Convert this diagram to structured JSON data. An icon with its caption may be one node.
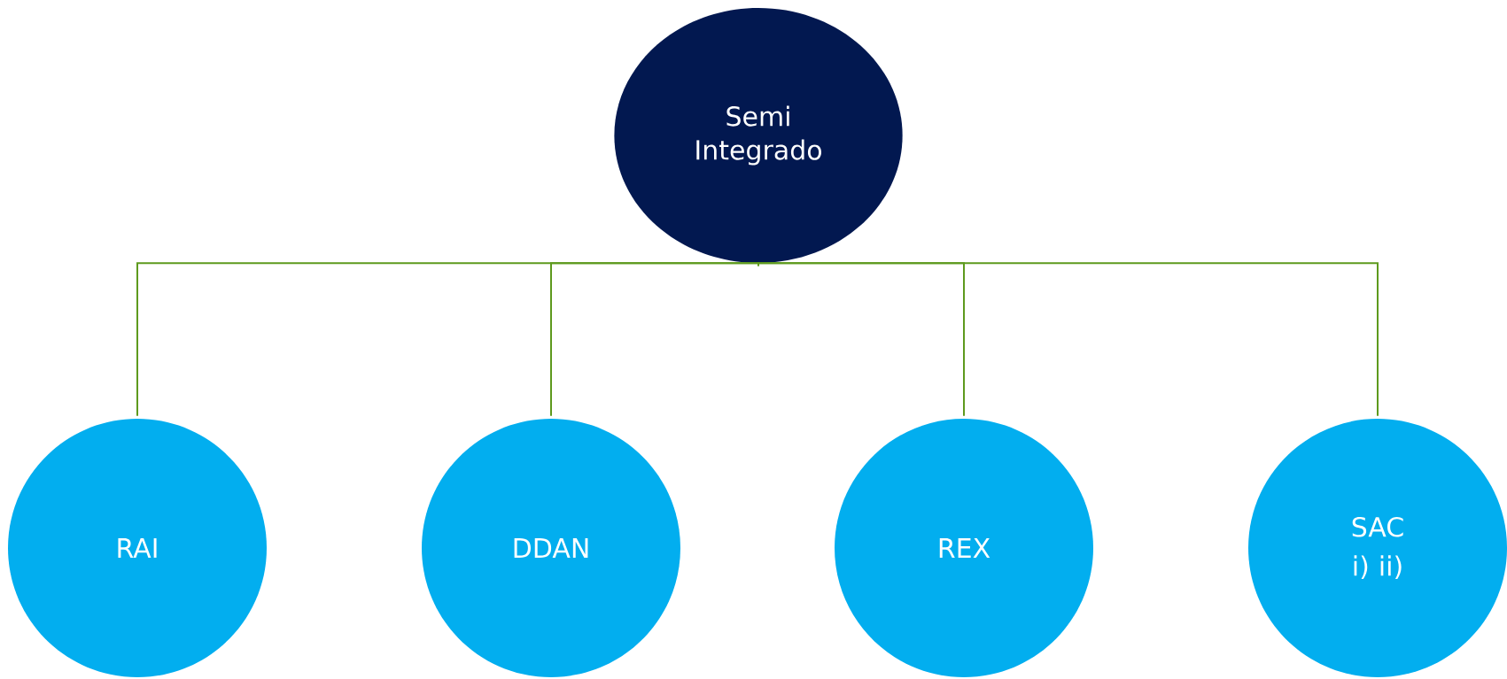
{
  "diagram": {
    "nodes": [
      {
        "text": [
          "Semi Integrado"
        ]
      },
      {
        "text": [
          "RAI"
        ]
      },
      {
        "text": [
          "DDAN"
        ]
      },
      {
        "text": [
          "REX"
        ]
      },
      {
        "text": [
          "SAC",
          "i) ii)"
        ]
      }
    ],
    "edges": [
      {
        "from": 0,
        "to": 1,
        "arrow": "none"
      },
      {
        "from": 0,
        "to": 2,
        "arrow": "none"
      },
      {
        "from": 0,
        "to": 3,
        "arrow": "none"
      },
      {
        "from": 0,
        "to": 4,
        "arrow": "none"
      }
    ]
  }
}
